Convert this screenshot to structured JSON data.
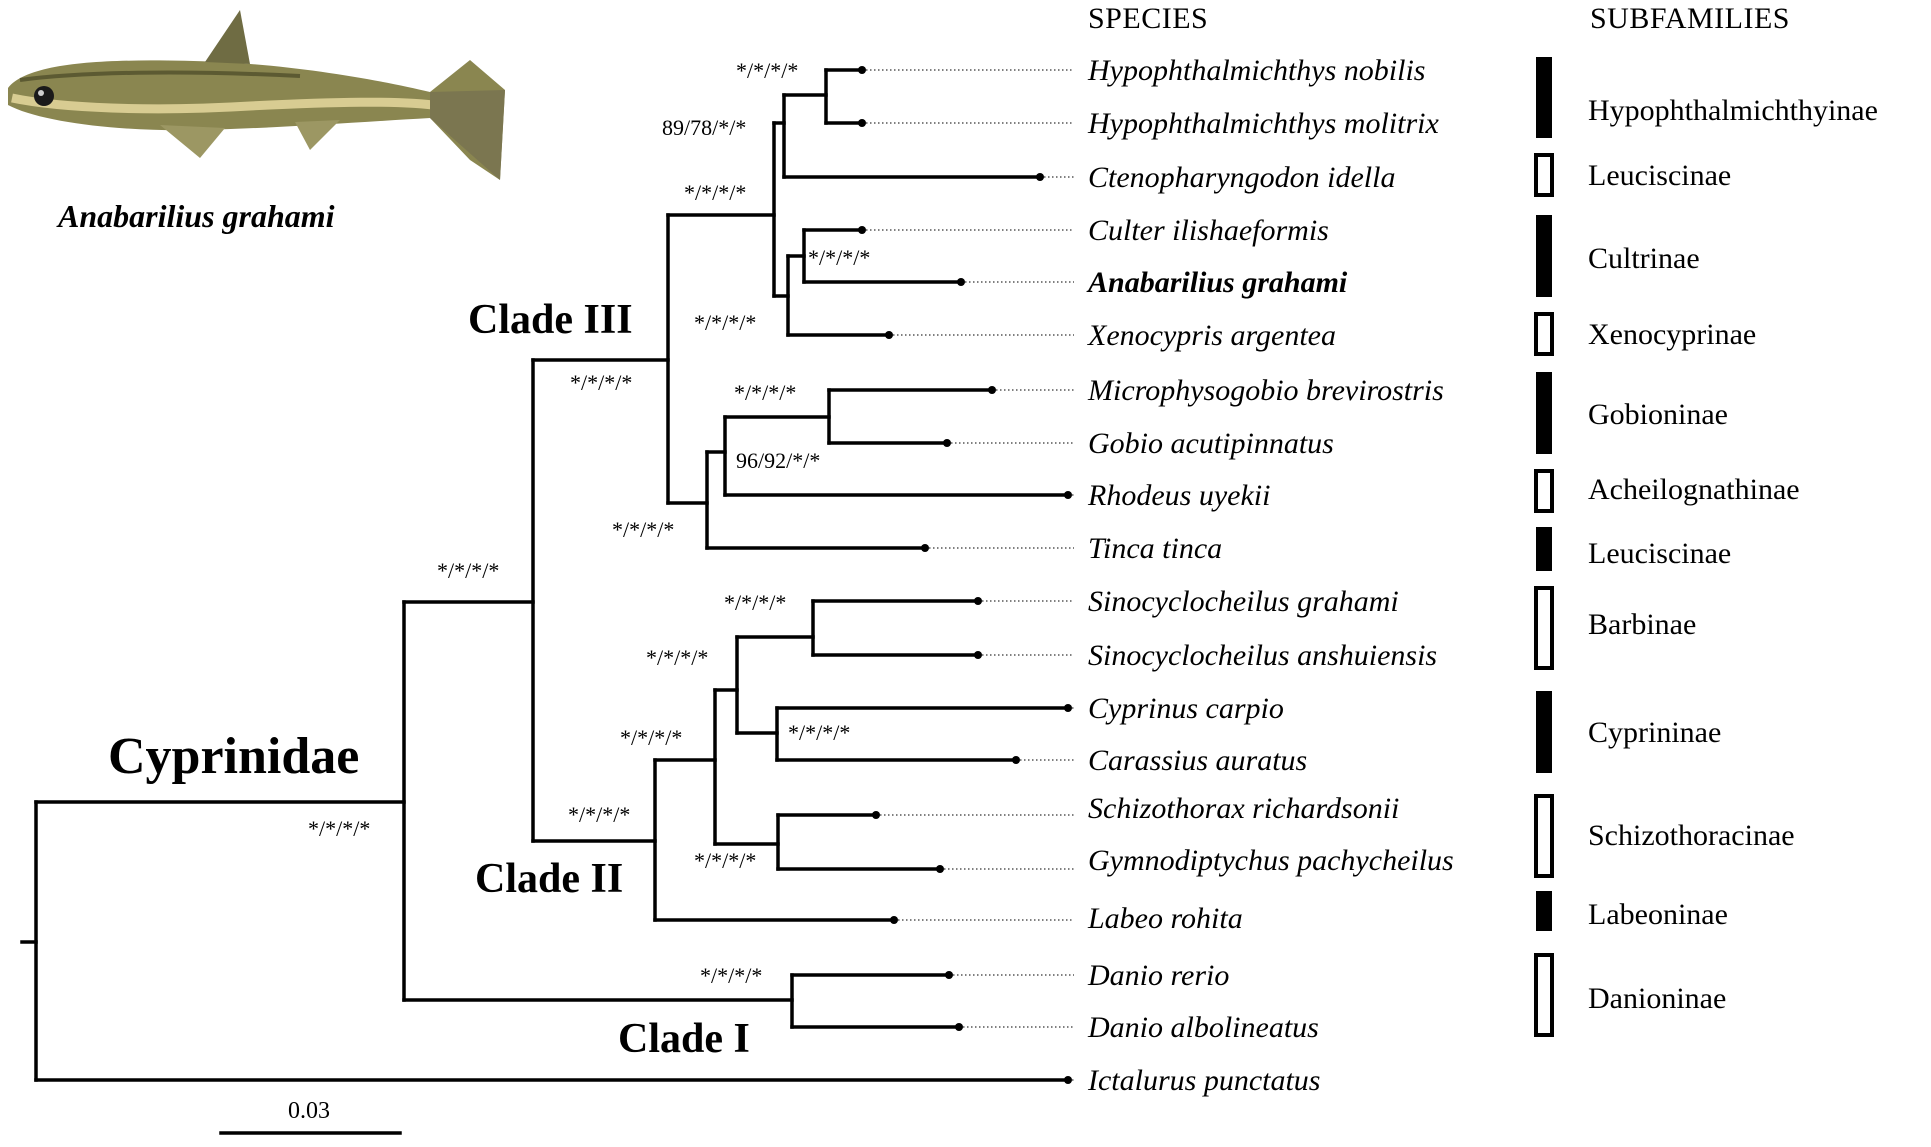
{
  "headers": {
    "species": "SPECIES",
    "subfamilies": "SUBFAMILIES"
  },
  "photo_caption": "Anabarilius grahami",
  "family_label": "Cyprinidae",
  "clades": {
    "clade3": "Clade III",
    "clade2": "Clade II",
    "clade1": "Clade I"
  },
  "species": [
    "Hypophthalmichthys nobilis",
    "Hypophthalmichthys molitrix",
    "Ctenopharyngodon idella",
    "Culter ilishaeformis",
    "Anabarilius grahami",
    "Xenocypris argentea",
    "Microphysogobio brevirostris",
    "Gobio acutipinnatus",
    "Rhodeus uyekii",
    "Tinca tinca",
    "Sinocyclocheilus grahami",
    "Sinocyclocheilus anshuiensis",
    "Cyprinus carpio",
    "Carassius auratus",
    "Schizothorax richardsonii",
    "Gymnodiptychus pachycheilus",
    "Labeo rohita",
    "Danio rerio",
    "Danio albolineatus",
    "Ictalurus punctatus"
  ],
  "subfamilies": [
    {
      "name": "Hypophthalmichthyinae",
      "style": "filled"
    },
    {
      "name": "Leuciscinae",
      "style": "open"
    },
    {
      "name": "Cultrinae",
      "style": "filled"
    },
    {
      "name": "Xenocyprinae",
      "style": "open"
    },
    {
      "name": "Gobioninae",
      "style": "filled"
    },
    {
      "name": "Acheilognathinae",
      "style": "open"
    },
    {
      "name": "Leuciscinae",
      "style": "filled"
    },
    {
      "name": "Barbinae",
      "style": "open"
    },
    {
      "name": "Cyprininae",
      "style": "filled"
    },
    {
      "name": "Schizothoracinae",
      "style": "open"
    },
    {
      "name": "Labeoninae",
      "style": "filled"
    },
    {
      "name": "Danioninae",
      "style": "open"
    }
  ],
  "support_values": [
    "*/*/*/*",
    "89/78/*/*",
    "*/*/*/*",
    "*/*/*/*",
    "*/*/*/*",
    "*/*/*/*",
    "*/*/*/*",
    "96/92/*/*",
    "*/*/*/*",
    "*/*/*/*",
    "*/*/*/*",
    "*/*/*/*",
    "*/*/*/*",
    "*/*/*/*",
    "*/*/*/*",
    "*/*/*/*",
    "*/*/*/*",
    "*/*/*/*"
  ],
  "scale_label": "0.03",
  "colors": {
    "line": "#000000",
    "background": "#ffffff"
  }
}
